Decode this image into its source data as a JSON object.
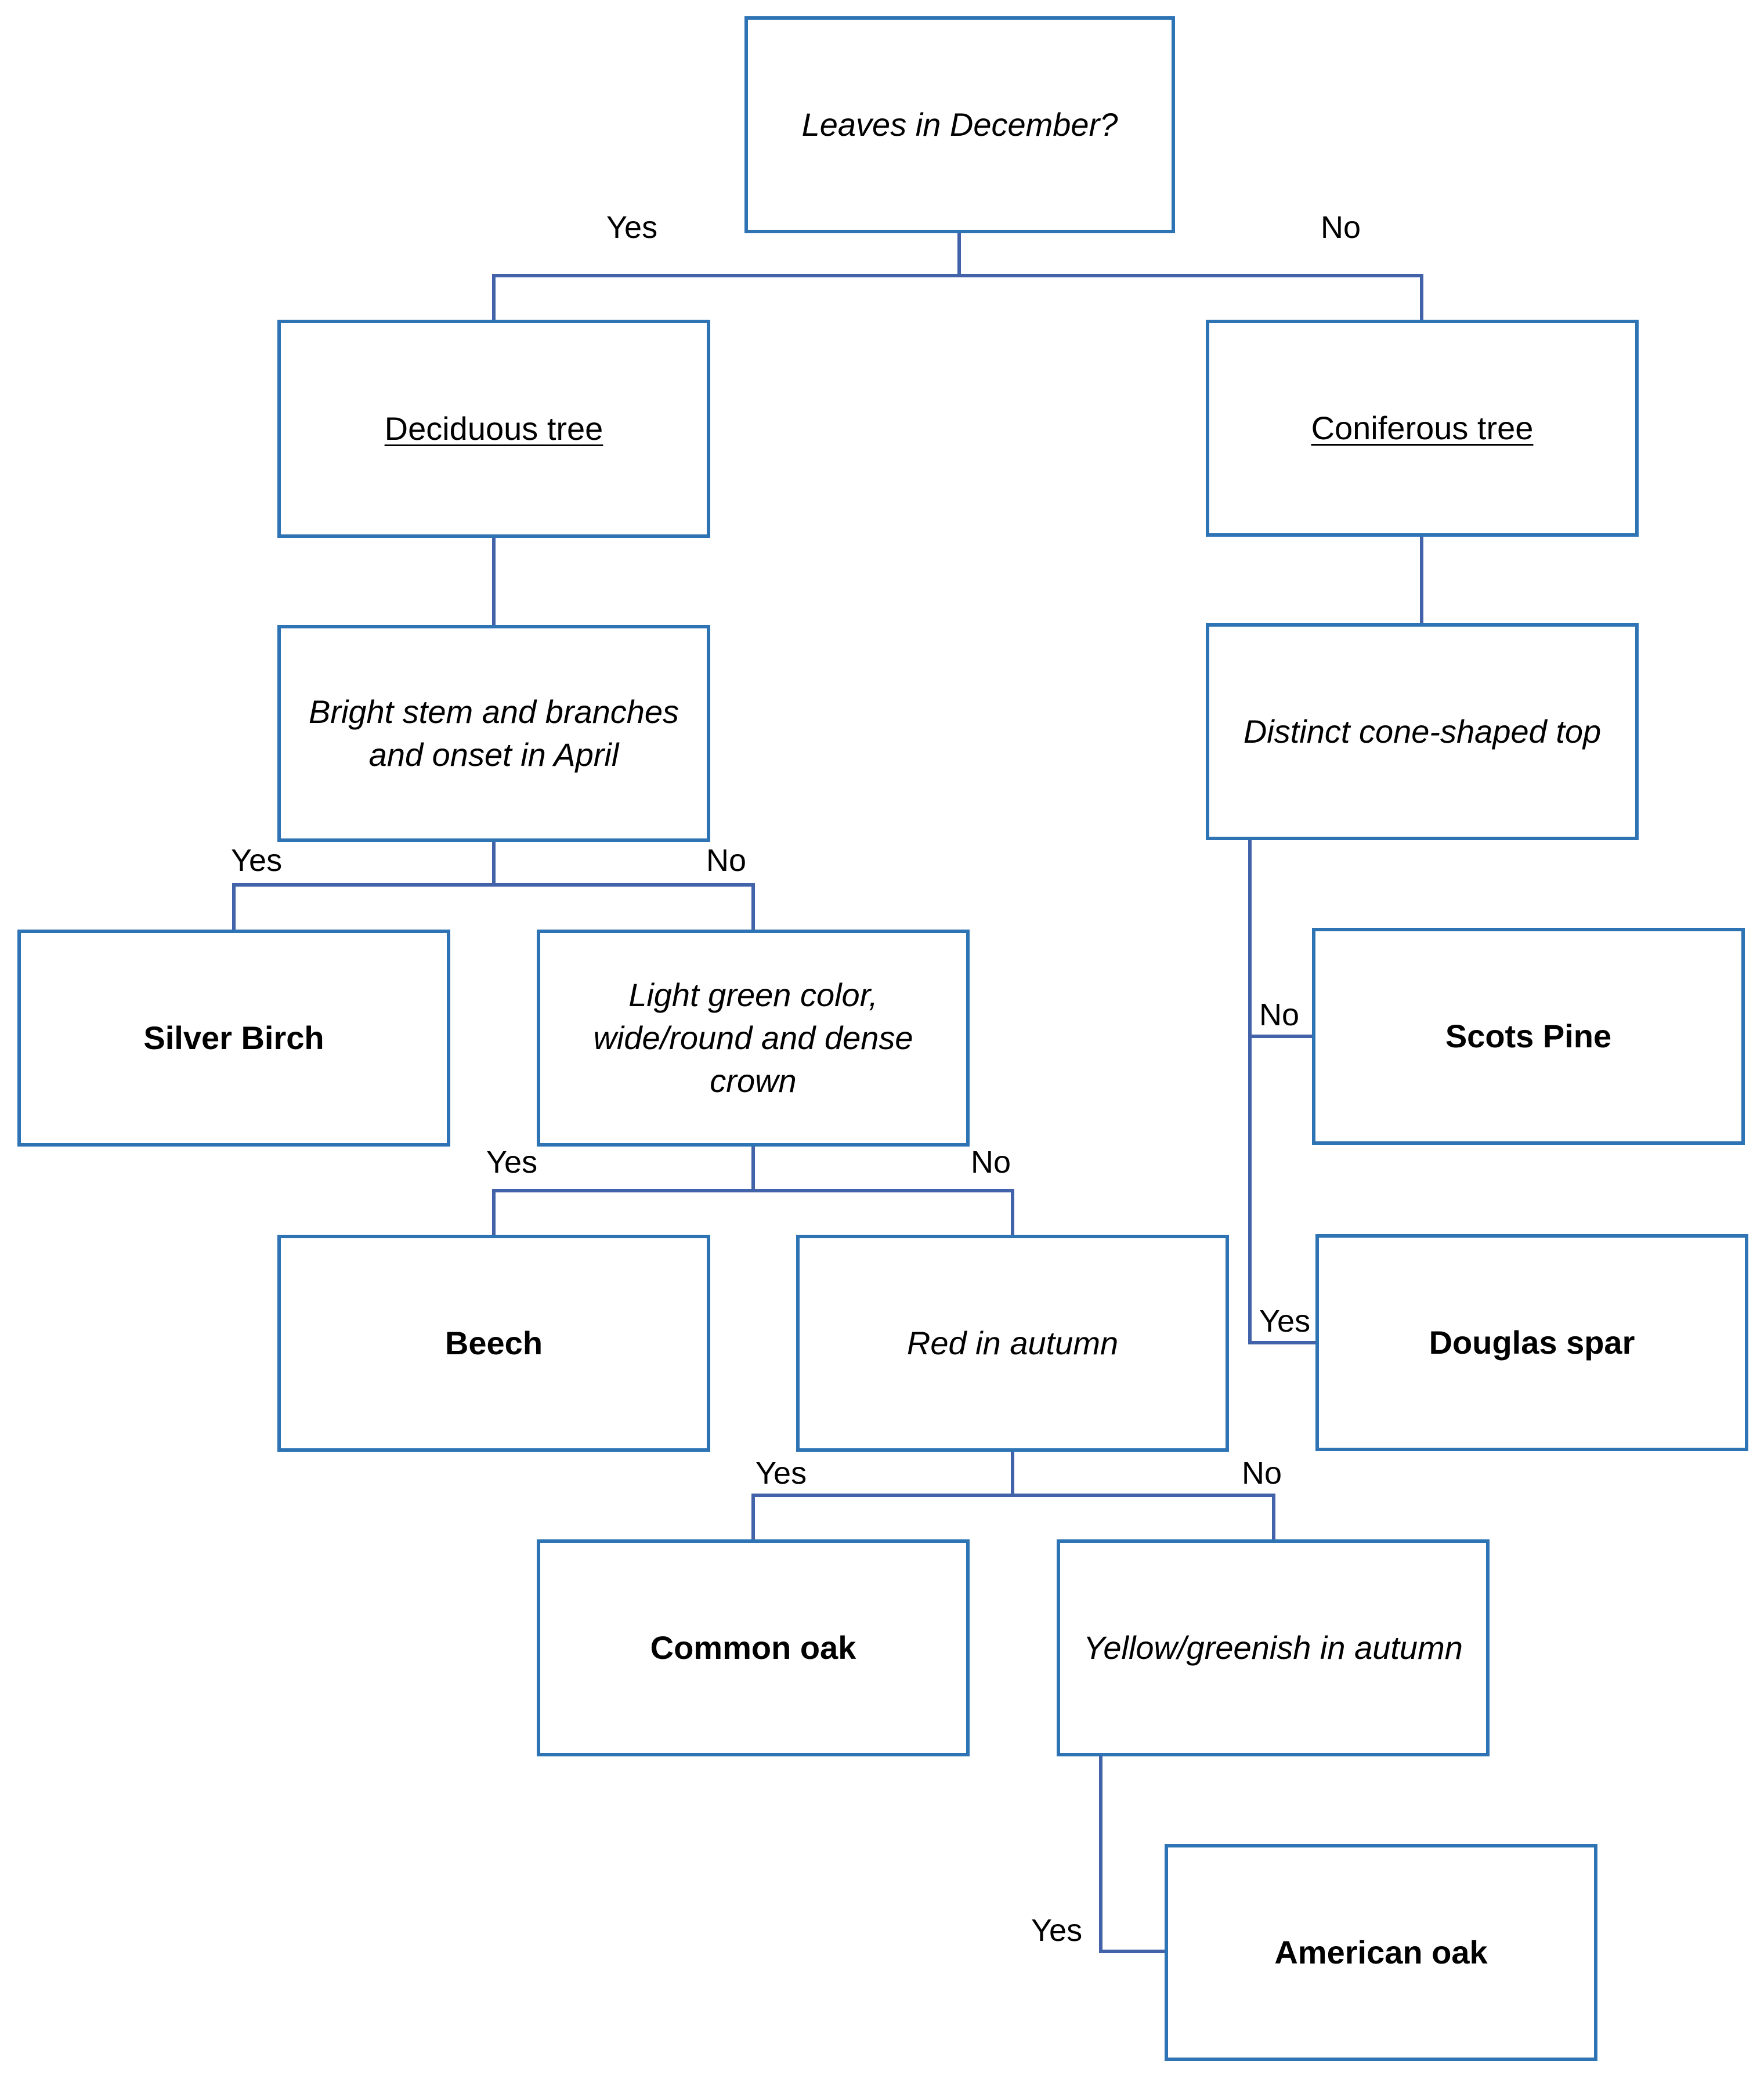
{
  "diagram": {
    "nodes": {
      "leaves": "Leaves in December?",
      "deciduous": "Deciduous tree",
      "coniferous": "Coniferous tree",
      "bright": "Bright stem and branches\nand onset in April",
      "cone": "Distinct cone-shaped top",
      "birch": "Silver Birch",
      "light": "Light green color,\nwide/round and dense\ncrown",
      "scots": "Scots Pine",
      "douglas": "Douglas spar",
      "beech": "Beech",
      "red": "Red in autumn",
      "common_oak": "Common oak",
      "yellow": "Yellow/greenish in autumn",
      "american_oak": "American oak"
    },
    "labels": {
      "yes": "Yes",
      "no": "No"
    },
    "colors": {
      "box_border": "#2e74b5",
      "connector": "#4263a9"
    }
  }
}
